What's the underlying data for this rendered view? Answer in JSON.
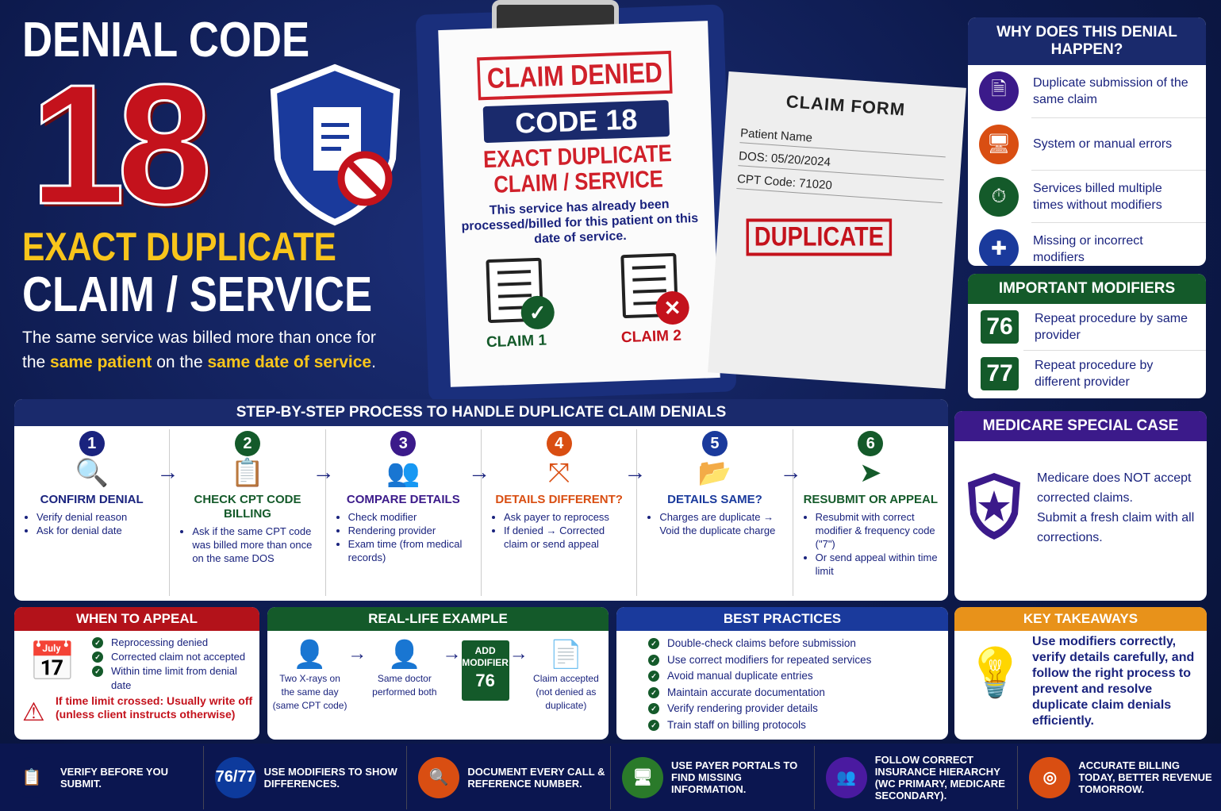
{
  "hero": {
    "line1": "DENIAL CODE",
    "code": "18",
    "line3": "EXACT DUPLICATE",
    "line4": "CLAIM / SERVICE",
    "desc_a": "The same service was billed more than once for the ",
    "desc_hl1": "same patient",
    "desc_b": " on the ",
    "desc_hl2": "same date of service",
    "desc_c": "."
  },
  "clipboard": {
    "stamp": "CLAIM DENIED",
    "code": "CODE 18",
    "title": "EXACT DUPLICATE CLAIM / SERVICE",
    "text": "This service has already been processed/billed for this patient on this date of service.",
    "claim1": "CLAIM 1",
    "claim2": "CLAIM 2"
  },
  "form": {
    "title": "CLAIM FORM",
    "patient": "Patient Name",
    "dos": "DOS:  05/20/2024",
    "cpt": "CPT Code:  71020",
    "stamp": "DUPLICATE"
  },
  "why": {
    "title": "WHY DOES THIS DENIAL HAPPEN?",
    "items": [
      {
        "text": "Duplicate submission of the same claim",
        "color": "#3b1a8a",
        "icon": "document-icon"
      },
      {
        "text": "System or manual errors",
        "color": "#d94e12",
        "icon": "monitor-icon"
      },
      {
        "text": "Services billed multiple times without modifiers",
        "color": "#145a2a",
        "icon": "clock-icon"
      },
      {
        "text": "Missing or incorrect modifiers",
        "color": "#1a3a9c",
        "icon": "puzzle-icon"
      }
    ]
  },
  "modifiers": {
    "title": "IMPORTANT MODIFIERS",
    "items": [
      {
        "code": "76",
        "text": "Repeat procedure by same provider"
      },
      {
        "code": "77",
        "text": "Repeat procedure by different provider"
      }
    ]
  },
  "steps": {
    "title": "STEP-BY-STEP PROCESS TO HANDLE DUPLICATE CLAIM DENIALS",
    "items": [
      {
        "num": "1",
        "title": "CONFIRM DENIAL",
        "color": "#1a237e",
        "icon": "search-icon",
        "bullets": [
          "Verify denial reason",
          "Ask for denial date"
        ]
      },
      {
        "num": "2",
        "title": "CHECK CPT CODE BILLING",
        "color": "#145a2a",
        "icon": "clipboard-icon",
        "bullets": [
          "Ask if the same CPT code was billed more than once on the same DOS"
        ]
      },
      {
        "num": "3",
        "title": "COMPARE DETAILS",
        "color": "#3b1a8a",
        "icon": "people-icon",
        "bullets": [
          "Check modifier",
          "Rendering provider",
          "Exam time (from medical records)"
        ]
      },
      {
        "num": "4",
        "title": "DETAILS DIFFERENT?",
        "color": "#d94e12",
        "icon": "split-arrow-icon",
        "bullets": [
          "Ask payer to reprocess",
          "If denied → Corrected claim or send appeal"
        ]
      },
      {
        "num": "5",
        "title": "DETAILS SAME?",
        "color": "#1a3a9c",
        "icon": "folder-icon",
        "bullets": [
          "Charges are duplicate → Void the duplicate charge"
        ]
      },
      {
        "num": "6",
        "title": "RESUBMIT OR APPEAL",
        "color": "#145a2a",
        "icon": "paper-plane-icon",
        "bullets": [
          "Resubmit with correct modifier & frequency code (\"7\")",
          "Or send appeal within time limit"
        ]
      }
    ]
  },
  "medicare": {
    "title": "MEDICARE SPECIAL CASE",
    "line1": "Medicare does NOT accept corrected claims.",
    "line2": "Submit a fresh claim with all corrections."
  },
  "appeal": {
    "title": "WHEN TO APPEAL",
    "checks": [
      "Reprocessing denied",
      "Corrected claim not accepted",
      "Within time limit from denial date"
    ],
    "warning": "If time limit crossed: Usually write off (unless client instructs otherwise)"
  },
  "example": {
    "title": "REAL-LIFE EXAMPLE",
    "steps": [
      "Two X-rays on the same day (same CPT code)",
      "Same doctor performed both",
      "Claim accepted (not denied as duplicate)"
    ],
    "modifier_label": "ADD MODIFIER",
    "modifier": "76"
  },
  "best": {
    "title": "BEST PRACTICES",
    "items": [
      "Double-check claims before submission",
      "Use correct modifiers for repeated services",
      "Avoid manual duplicate entries",
      "Maintain accurate documentation",
      "Verify rendering provider details",
      "Train staff on billing protocols"
    ]
  },
  "key": {
    "title": "KEY TAKEAWAYS",
    "text": "Use modifiers correctly, verify details carefully, and follow the right process to prevent and resolve duplicate claim denials efficiently."
  },
  "footer": [
    {
      "icon": "checklist-icon",
      "badge": "",
      "color": "#0b1650",
      "text": "VERIFY BEFORE YOU SUBMIT."
    },
    {
      "icon": "modifier-badge",
      "badge": "76/77",
      "color": "#0d3a9c",
      "text": "USE MODIFIERS TO SHOW DIFFERENCES."
    },
    {
      "icon": "search-icon",
      "badge": "",
      "color": "#d94e12",
      "text": "DOCUMENT EVERY CALL & REFERENCE NUMBER."
    },
    {
      "icon": "monitor-icon",
      "badge": "",
      "color": "#2a7a2a",
      "text": "USE PAYER PORTALS TO FIND MISSING INFORMATION."
    },
    {
      "icon": "people-icon",
      "badge": "",
      "color": "#4a1aa0",
      "text": "FOLLOW CORRECT INSURANCE HIERARCHY (WC PRIMARY, MEDICARE SECONDARY)."
    },
    {
      "icon": "target-icon",
      "badge": "",
      "color": "#d94e12",
      "text": "ACCURATE BILLING TODAY, BETTER REVENUE TOMORROW."
    }
  ]
}
